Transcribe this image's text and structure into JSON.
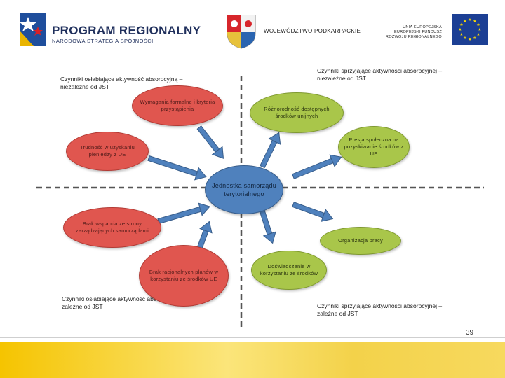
{
  "header": {
    "program_title": "PROGRAM REGIONALNY",
    "program_subtitle": "NARODOWA STRATEGIA SPÓJNOŚCI",
    "region": "WOJEWÓDZTWO PODKARPACKIE",
    "eu_lines": [
      "UNIA EUROPEJSKA",
      "EUROPEJSKI FUNDUSZ",
      "ROZWOJU REGIONALNEGO"
    ]
  },
  "corners": {
    "top_left": "Czynniki osłabiające aktywność absorpcyjną – niezależne od JST",
    "top_right": "Czynniki sprzyjające aktywności absorpcyjnej – niezależne od JST",
    "bottom_left": "Czynniki osłabiające aktywność absorpcyjną – zależne od JST",
    "bottom_right": "Czynniki sprzyjające aktywności absorpcyjnej – zależne od JST"
  },
  "center": "Jednostka samorządu terytorialnego",
  "nodes": {
    "wymagania": "Wymagania formalne i kryteria przystąpienia",
    "trudnosc": "Trudność w uzyskaniu pieniędzy z UE",
    "brak_wsparcia": "Brak wsparcia ze strony zarządzających samorządami",
    "brak_planow": "Brak racjonalnych planów w korzystaniu ze środków UE",
    "roznorodnosc": "Różnorodność dostępnych środków unijnych",
    "presja": "Presja społeczna na pozyskiwanie środków z UE",
    "organizacja": "Organizacja pracy",
    "doswiadczenie": "Doświadczenie w korzystaniu ze środków"
  },
  "colors": {
    "weakening": "#e0564f",
    "supporting": "#a9c64a",
    "center": "#4f81bd",
    "arrow": "#4f81bd"
  },
  "page_number": "39"
}
